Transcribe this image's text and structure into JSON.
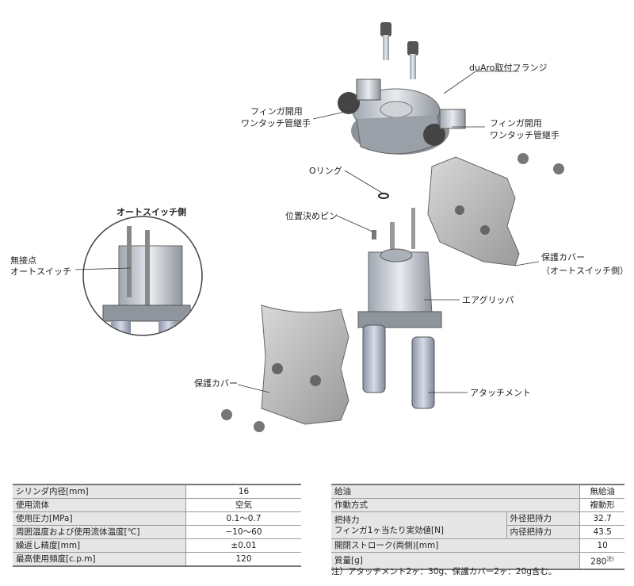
{
  "labels": {
    "flange": "duAro取付フランジ",
    "left_fitting_1": "フィンガ開用",
    "left_fitting_2": "ワンタッチ管継手",
    "right_fitting_1": "フィンガ開用",
    "right_fitting_2": "ワンタッチ管継手",
    "oring": "Oリング",
    "pin": "位置決めピン",
    "auto_switch_side": "オートスイッチ側",
    "contactless_1": "無接点",
    "contactless_2": "オートスイッチ",
    "cover_right_1": "保護カバー",
    "cover_right_2": "（オートスイッチ側）",
    "air_gripper": "エアグリッパ",
    "cover_left": "保護カバー",
    "attachment": "アタッチメント"
  },
  "table_left": {
    "rows": [
      {
        "name": "シリンダ内径[mm]",
        "value": "16"
      },
      {
        "name": "使用流体",
        "value": "空気"
      },
      {
        "name": "使用圧力[MPa]",
        "value": "0.1〜0.7"
      },
      {
        "name": "周囲温度および使用流体温度[℃]",
        "value": "−10〜60"
      },
      {
        "name": "繰返し精度[mm]",
        "value": "±0.01"
      },
      {
        "name": "最高使用頻度[c.p.m]",
        "value": "120"
      }
    ]
  },
  "table_right": {
    "lube_name": "給油",
    "lube_value": "無給油",
    "action_name": "作動方式",
    "action_value": "複動形",
    "force_name_1": "把持力",
    "force_name_2": "フィンガ1ヶ当たり実効値[N]",
    "outer_name": "外径把持力",
    "outer_value": "32.7",
    "inner_name": "内径把持力",
    "inner_value": "43.5",
    "stroke_name": "開閉ストローク(両側)[mm]",
    "stroke_value": "10",
    "mass_name": "質量[g]",
    "mass_value": "280",
    "mass_sup": "注)"
  },
  "note": "注）アタッチメント2ヶ：30g、保護カバー2ヶ：20g含む。"
}
